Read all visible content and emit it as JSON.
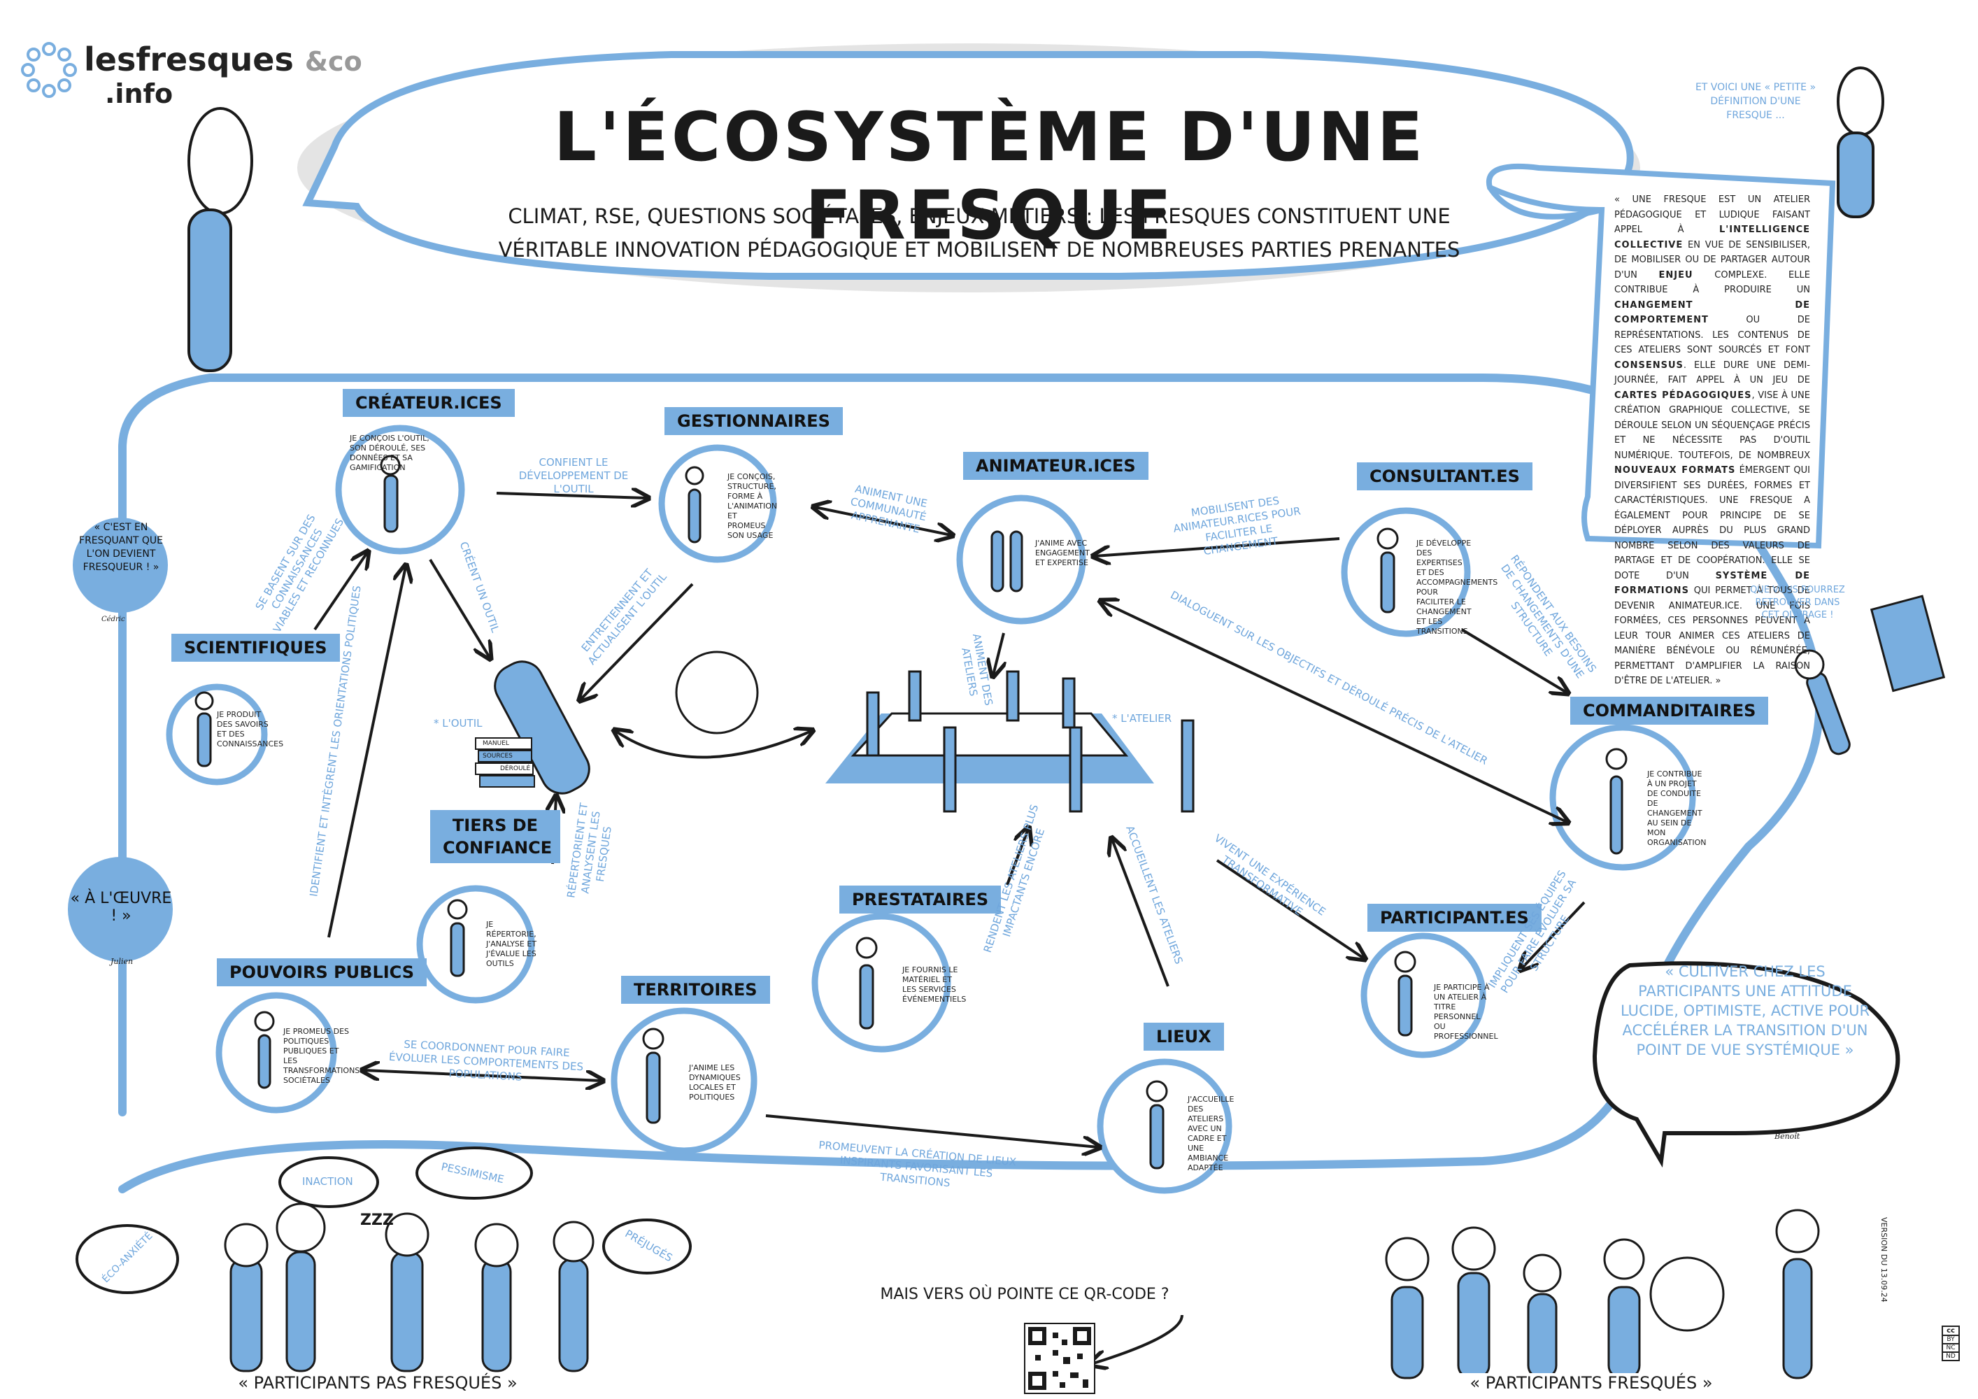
{
  "logo": {
    "main": "lesfresques",
    "suffix": "&co",
    "domain": ".info"
  },
  "title": "L'ÉCOSYSTÈME D'UNE FRESQUE",
  "subtitle_line1": "CLIMAT, RSE, QUESTIONS SOCIÉTALES, ENJEUX MÉTIERS : LES FRESQUES CONSTITUENT UNE",
  "subtitle_line2": "VÉRITABLE INNOVATION PÉDAGOGIQUE ET MOBILISENT DE NOMBREUSES PARTIES PRENANTES",
  "intro_note": "ET VOICI UNE « PETITE » DÉFINITION D'UNE FRESQUE ...",
  "definition_parts": [
    {
      "t": "« UNE FRESQUE EST UN ATELIER PÉDAGOGIQUE ET LUDIQUE FAISANT APPEL À ",
      "b": false
    },
    {
      "t": "L'INTELLIGENCE COLLECTIVE",
      "b": true
    },
    {
      "t": " EN VUE DE SENSIBILISER, DE MOBILISER OU DE PARTAGER AUTOUR D'UN ",
      "b": false
    },
    {
      "t": "ENJEU",
      "b": true
    },
    {
      "t": " COMPLEXE. ELLE CONTRIBUE À PRODUIRE UN ",
      "b": false
    },
    {
      "t": "CHANGEMENT DE COMPORTEMENT",
      "b": true
    },
    {
      "t": " OU DE REPRÉSENTATIONS. LES CONTENUS DE CES ATELIERS SONT SOURCÉS ET FONT ",
      "b": false
    },
    {
      "t": "CONSENSUS",
      "b": true
    },
    {
      "t": ". ELLE DURE UNE DEMI-JOURNÉE, FAIT APPEL À UN JEU DE ",
      "b": false
    },
    {
      "t": "CARTES PÉDAGOGIQUES",
      "b": true
    },
    {
      "t": ", VISE À UNE CRÉATION GRAPHIQUE COLLECTIVE, SE DÉROULE SELON UN SÉQUENÇAGE PRÉCIS ET NE NÉCESSITE PAS D'OUTIL NUMÉRIQUE. TOUTEFOIS, DE NOMBREUX ",
      "b": false
    },
    {
      "t": "NOUVEAUX FORMATS",
      "b": true
    },
    {
      "t": " ÉMERGENT QUI DIVERSIFIENT SES DURÉES, FORMES ET CARACTÉRISTIQUES. UNE FRESQUE A ÉGALEMENT POUR PRINCIPE DE SE DÉPLOYER AUPRÈS DU PLUS GRAND NOMBRE SELON DES VALEURS DE PARTAGE ET DE COOPÉRATION. ELLE SE DOTE D'UN ",
      "b": false
    },
    {
      "t": "SYSTÈME DE FORMATIONS",
      "b": true
    },
    {
      "t": " QUI PERMET À TOUS DE DEVENIR ANIMATEUR.ICE. UNE FOIS FORMÉES, CES PERSONNES PEUVENT À LEUR TOUR ANIMER CES ATELIERS DE MANIÈRE BÉNÉVOLE OU RÉMUNÉRÉE, PERMETTANT D'AMPLIFIER LA RAISON D'ÊTRE DE L'ATELIER. »",
      "b": false
    }
  ],
  "roles": {
    "createurs": {
      "label": "CRÉATEUR.ICES",
      "desc": "JE CONÇOIS L'OUTIL, SON DÉROULÉ, SES DONNÉES ET SA GAMIFICATION"
    },
    "gestionnaires": {
      "label": "GESTIONNAIRES",
      "desc": "JE CONÇOIS, STRUCTURE, FORME À L'ANIMATION ET PROMEUS SON USAGE"
    },
    "animateurs": {
      "label": "ANIMATEUR.ICES",
      "desc": "J'ANIME AVEC ENGAGEMENT ET EXPERTISE"
    },
    "consultants": {
      "label": "CONSULTANT.ES",
      "desc": "JE DÉVELOPPE DES EXPERTISES ET DES ACCOMPAGNEMENTS POUR FACILITER LE CHANGEMENT ET LES TRANSITIONS"
    },
    "scientifiques": {
      "label": "SCIENTIFIQUES",
      "desc": "JE PRODUIT DES SAVOIRS ET DES CONNAISSANCES"
    },
    "commanditaires": {
      "label": "COMMANDITAIRES",
      "desc": "JE CONTRIBUE À UN PROJET DE CONDUITE DE CHANGEMENT AU SEIN DE MON ORGANISATION"
    },
    "tiers": {
      "label": "TIERS DE CONFIANCE",
      "desc": "JE RÉPERTORIE, J'ANALYSE ET J'ÉVALUE LES OUTILS"
    },
    "prestataires": {
      "label": "PRESTATAIRES",
      "desc": "JE FOURNIS LE MATÉRIEL ET LES SERVICES ÉVÉNEMENTIELS"
    },
    "participants": {
      "label": "PARTICIPANT.ES",
      "desc": "JE PARTICIPE À UN ATELIER À TITRE PERSONNEL OU PROFESSIONNEL"
    },
    "pouvoirs": {
      "label": "POUVOIRS PUBLICS",
      "desc": "JE PROMEUS DES POLITIQUES PUBLIQUES ET LES TRANSFORMATIONS SOCIÉTALES"
    },
    "territoires": {
      "label": "TERRITOIRES",
      "desc": "J'ANIME LES DYNAMIQUES LOCALES ET POLITIQUES"
    },
    "lieux": {
      "label": "LIEUX",
      "desc": "J'ACCUEILLE DES ATELIERS AVEC UN CADRE ET UNE AMBIANCE ADAPTÉE"
    }
  },
  "arrows": {
    "confient": "CONFIENT LE DÉVELOPPEMENT DE L'OUTIL",
    "animent_communaute": "ANIMENT UNE COMMUNAUTÉ APPRENANTE",
    "mobilisent": "MOBILISENT DES ANIMATEUR.RICES POUR FACILITER LE CHANGEMENT",
    "basent": "SE BASENT SUR DES CONNAISSANCES VIABLES ET RECONNUES",
    "creent": "CRÉENT UN OUTIL",
    "entretiennent": "ENTRETIENNENT ET ACTUALISENT L'OUTIL",
    "animent_ateliers": "ANIMENT DES ATELIERS",
    "repondent": "RÉPONDENT AUX BESOINS DE CHANGEMENTS D'UNE STRUCTURE",
    "dialoguent": "DIALOGUENT SUR LES OBJECTIFS ET DÉROULÉ PRÉCIS DE L'ATELIER",
    "identifient": "IDENTIFIENT ET INTÈGRENT LES ORIENTATIONS POLITIQUES",
    "repertorient": "RÉPERTORIENT ET ANALYSENT LES FRESQUES",
    "rendent": "RENDENT LES ATELIERS PLUS IMPACTANTS ENCORE",
    "accueillent": "ACCUEILLENT LES ATELIERS",
    "vivent": "VIVENT UNE EXPÉRIENCE TRANSFORMATIVE",
    "impliquent": "IMPLIQUENT SES ÉQUIPES POUR FAIRE ÉVOLUER SA STRUCTURE",
    "coordonnent": "SE COORDONNENT POUR FAIRE ÉVOLUER LES COMPORTEMENTS DES POPULATIONS",
    "promeuvent": "PROMEUVENT LA CRÉATION DE LIEUX INSPIRANTS FAVORISANT LES TRANSITIONS"
  },
  "outil_label": "* L'OUTIL",
  "atelier_label": "* L'ATELIER",
  "books": [
    "DÉROULÉ",
    "MANUEL",
    "SOURCES"
  ],
  "quotes": {
    "cedric": "« C'EST EN FRESQUANT QUE L'ON DEVIENT FRESQUEUR ! »",
    "cedric_sig": "Cédric",
    "julien": "« À L'ŒUVRE ! »",
    "julien_sig": "Julien",
    "benoit": "« CULTIVER CHEZ LES PARTICIPANTS UNE ATTITUDE LUCIDE, OPTIMISTE, ACTIVE POUR ACCÉLÉRER LA TRANSITION D'UN POINT DE VUE SYSTÉMIQUE »",
    "benoit_sig": "Benoît"
  },
  "ouvrage_note": "QUE VOUS POURREZ RETROUVER DANS CET OUVRAGE !",
  "clouds": [
    "INACTION",
    "PESSIMISME",
    "ÉCO-ANXIÉTÉ",
    "PRÉJUGÉS"
  ],
  "zzz": "ZZZ",
  "qr_question": "MAIS VERS OÙ POINTE CE QR-CODE ?",
  "non_fresques": "« PARTICIPANTS PAS FRESQUÉS »",
  "fresques": "« PARTICIPANTS FRESQUÉS »",
  "version": "VERSION DU 13.09.24",
  "license": [
    "cc",
    "BY",
    "NC",
    "ND"
  ],
  "colors": {
    "accent": "#79aedf",
    "light": "#a9cdf0",
    "ink": "#1a1a1a",
    "grey": "#d9d9d9"
  }
}
